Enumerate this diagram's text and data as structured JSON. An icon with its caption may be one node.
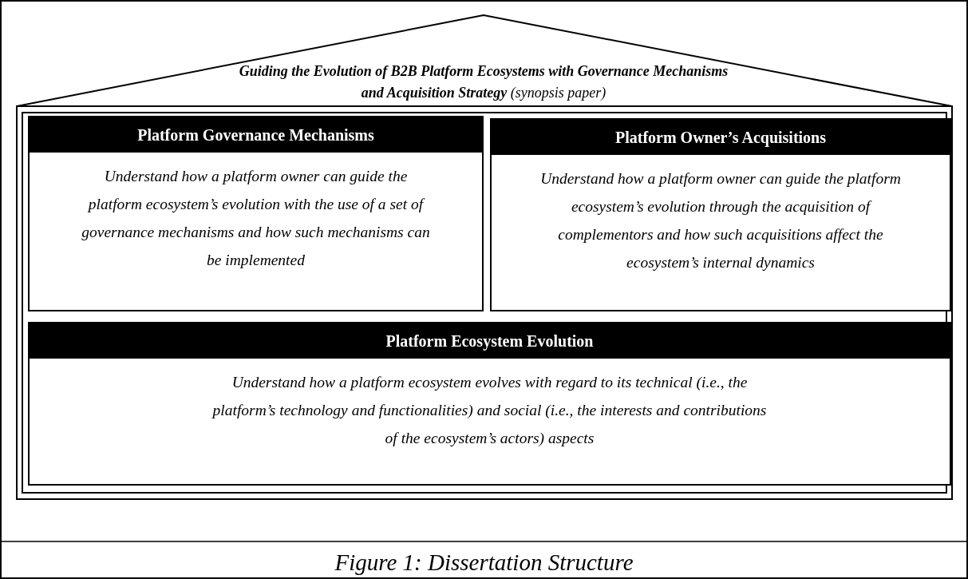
{
  "diagram": {
    "caption": "Figure 1: Dissertation Structure",
    "nodes": [
      {
        "text": [
          "**Guiding the Evolution of B2B Platform Ecosystems with Governance Mechanisms and Acquisition Strategy** (synopsis paper)"
        ]
      },
      {
        "text": [
          "Platform Governance Mechanisms",
          "Understand how a platform owner can guide the platform ecosystem’s evolution with the use of a set of governance mechanisms and how such mechanisms can be implemented"
        ],
        "in": 0
      },
      {
        "text": [
          "Platform Owner’s Acquisitions",
          "Understand how a platform owner can guide the platform ecosystem’s evolution through the acquisition of complementors and how such acquisitions affect the ecosystem’s internal dynamics"
        ],
        "in": 0
      },
      {
        "text": [
          "Platform Ecosystem Evolution",
          "Understand how a platform ecosystem evolves with regard to its technical (i.e., the platform’s technology and functionalities) and social (i.e., the interests and contributions of the ecosystem’s actors) aspects"
        ],
        "in": 0
      }
    ]
  }
}
